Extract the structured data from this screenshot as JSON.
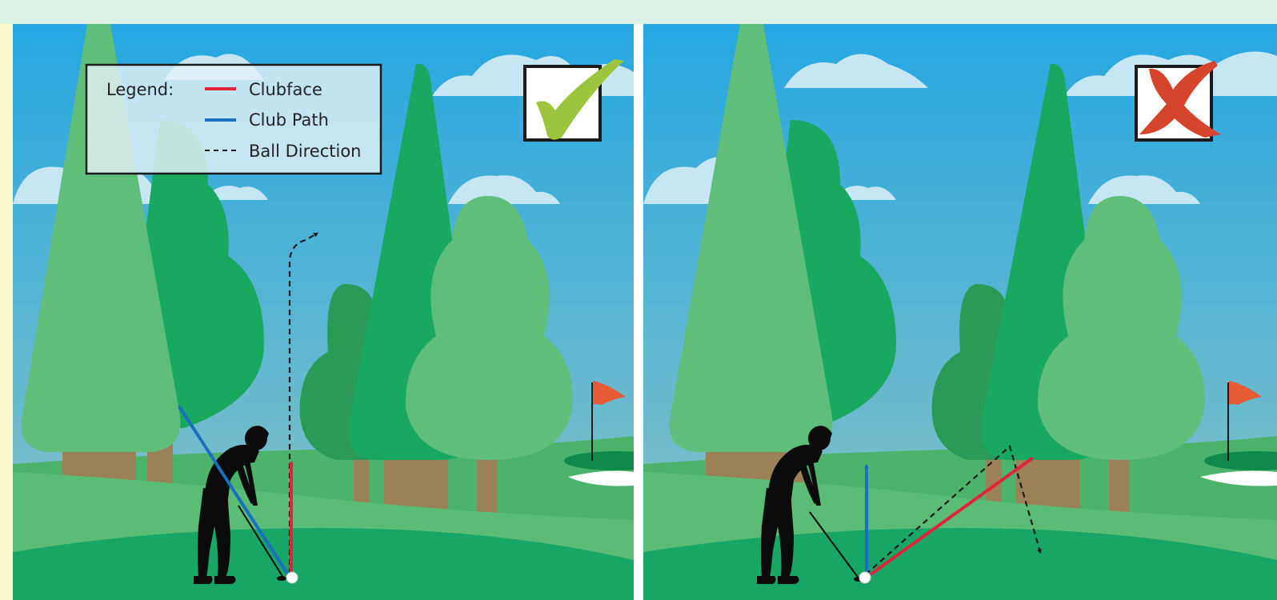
{
  "legend": {
    "title": "Legend:",
    "items": [
      {
        "label": "Clubface",
        "style": "solid",
        "color": "#e3233a"
      },
      {
        "label": "Club Path",
        "style": "solid",
        "color": "#1a6fc0"
      },
      {
        "label": "Ball Direction",
        "style": "dashed",
        "color": "#1b1b1b"
      }
    ]
  },
  "panels": [
    {
      "verdict": "correct",
      "verdict_icon": "checkmark-icon",
      "verdict_color": "#9cc43c"
    },
    {
      "verdict": "incorrect",
      "verdict_icon": "cross-icon",
      "verdict_color": "#d5452c"
    }
  ],
  "colors": {
    "sky_top": "#25a7e2",
    "sky_bottom": "#8cc3c3",
    "grass_dark": "#17a665",
    "grass_light": "#5bbd75",
    "tree_light": "#5fbe79",
    "tree_mid": "#19a85f",
    "tree_dark": "#2a9a56",
    "trunk": "#9b8157",
    "flag": "#e65c35",
    "page_bg": "#fdf9cf",
    "top_band": "#ddf1e4"
  }
}
